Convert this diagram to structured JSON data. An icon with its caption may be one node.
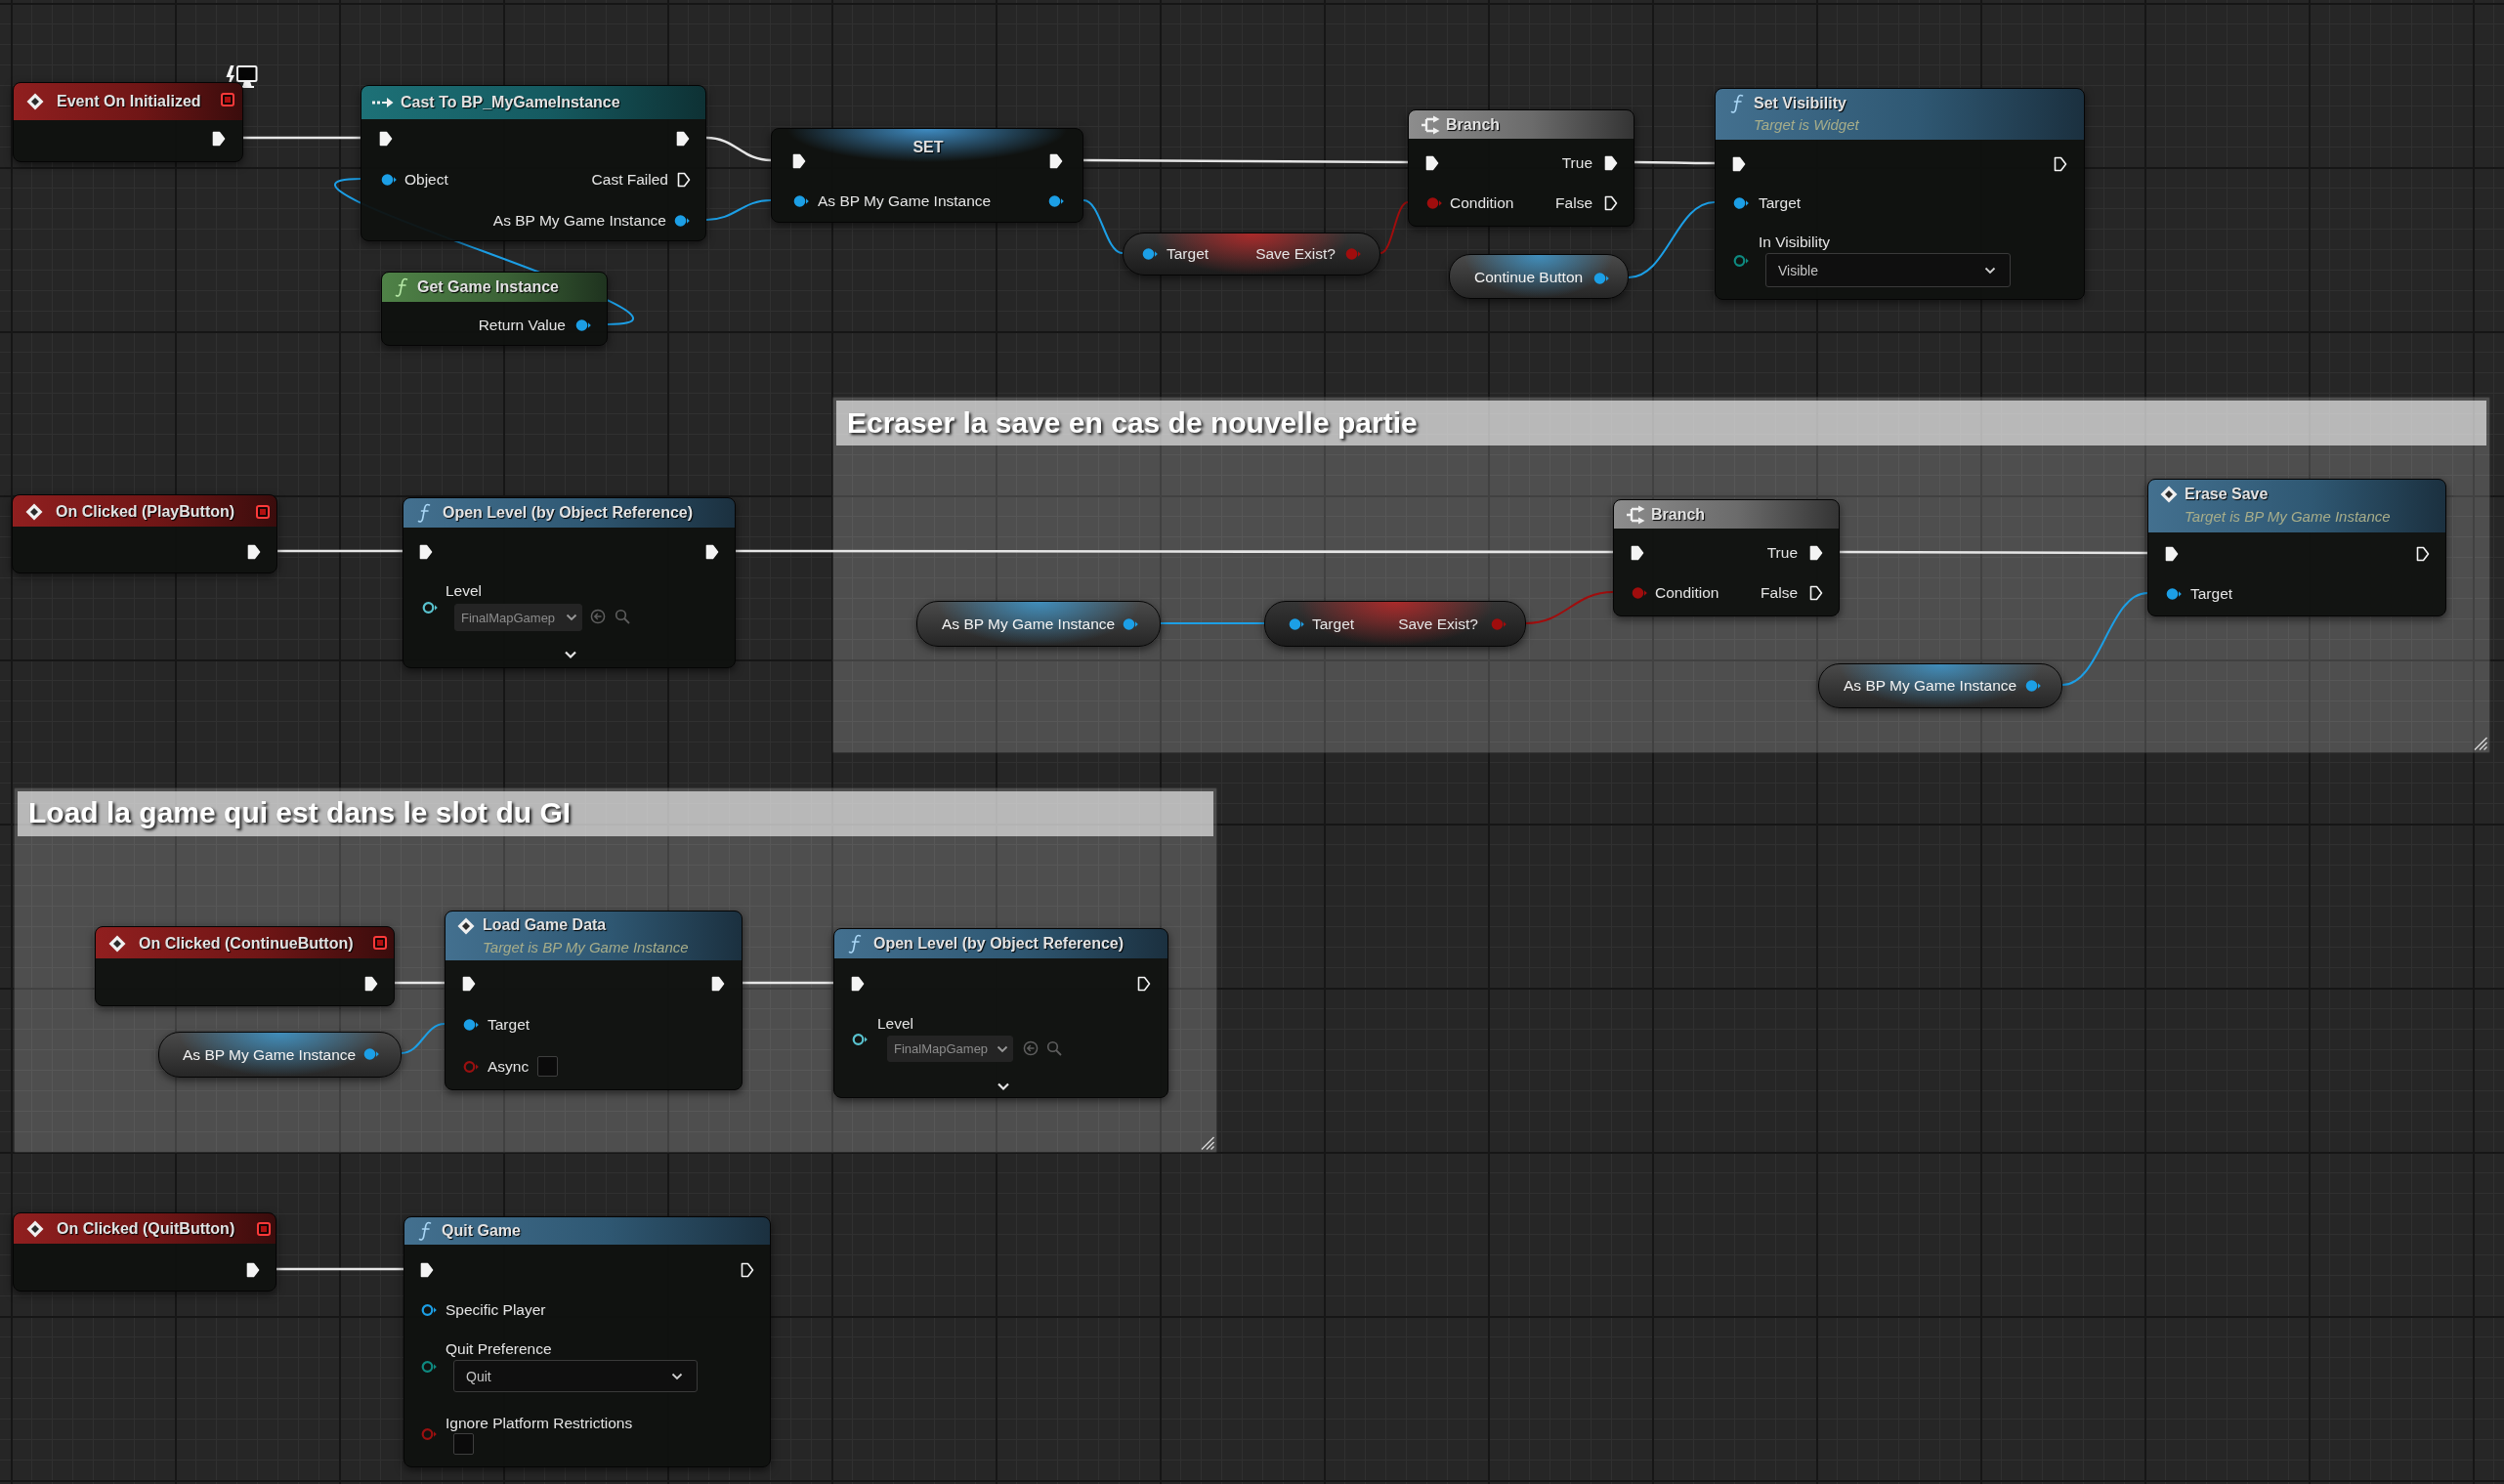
{
  "diagram": {
    "nodes": [
      {
        "text": [
          "Event On Initialized"
        ]
      },
      {
        "text": [
          "Cast To BP_MyGameInstance",
          "Object",
          "Cast Failed",
          "As BP My Game Instance"
        ]
      },
      {
        "text": [
          "Get Game Instance",
          "Return Value"
        ]
      },
      {
        "text": [
          "SET",
          "As BP My Game Instance"
        ]
      },
      {
        "text": [
          "Target",
          "Save Exist?"
        ]
      },
      {
        "text": [
          "Branch",
          "True",
          "Condition",
          "False"
        ]
      },
      {
        "text": [
          "Continue Button"
        ]
      },
      {
        "text": [
          "Set Visibility",
          "Target is Widget",
          "Target",
          "In Visibility",
          "Visible"
        ]
      },
      {
        "text": [
          "On Clicked (PlayButton)"
        ]
      },
      {
        "text": [
          "Open Level (by Object Reference)",
          "Level",
          "FinalMapGamep"
        ]
      },
      {
        "text": [
          "Ecraser la save en cas de nouvelle partie"
        ]
      },
      {
        "text": [
          "As BP My Game Instance"
        ],
        "in": 10
      },
      {
        "text": [
          "Target",
          "Save Exist?"
        ],
        "in": 10
      },
      {
        "text": [
          "Branch",
          "True",
          "Condition",
          "False"
        ],
        "in": 10
      },
      {
        "text": [
          "Erase Save",
          "Target is BP My Game Instance",
          "Target"
        ],
        "in": 10
      },
      {
        "text": [
          "As BP My Game Instance"
        ],
        "in": 10
      },
      {
        "text": [
          "Load la game qui est dans le slot du GI"
        ]
      },
      {
        "text": [
          "On Clicked (ContinueButton)"
        ],
        "in": 16
      },
      {
        "text": [
          "As BP My Game Instance"
        ],
        "in": 16
      },
      {
        "text": [
          "Load Game Data",
          "Target is BP My Game Instance",
          "Target",
          "Async"
        ],
        "in": 16
      },
      {
        "text": [
          "Open Level (by Object Reference)",
          "Level",
          "FinalMapGamep"
        ],
        "in": 16
      },
      {
        "text": [
          "On Clicked (QuitButton)"
        ]
      },
      {
        "text": [
          "Quit Game",
          "Specific Player",
          "Quit Preference",
          "Quit",
          "Ignore Platform Restrictions"
        ]
      }
    ],
    "edges": [
      {
        "from": 0,
        "to": 1,
        "arrow": "none"
      },
      {
        "from": 2,
        "to": 1,
        "arrow": "none",
        "color": "#1c9fe6"
      },
      {
        "from": 1,
        "to": 3,
        "arrow": "none"
      },
      {
        "from": 1,
        "to": 3,
        "arrow": "none",
        "color": "#1c9fe6"
      },
      {
        "from": 3,
        "to": 4,
        "arrow": "none",
        "color": "#1c9fe6"
      },
      {
        "from": 3,
        "to": 5,
        "arrow": "none"
      },
      {
        "from": 4,
        "to": 5,
        "arrow": "none",
        "color": "#a00d0d"
      },
      {
        "from": 5,
        "to": 7,
        "arrow": "none"
      },
      {
        "from": 6,
        "to": 7,
        "arrow": "none",
        "color": "#1c9fe6"
      },
      {
        "from": 8,
        "to": 9,
        "arrow": "none"
      },
      {
        "from": 9,
        "to": 13,
        "arrow": "none"
      },
      {
        "from": 11,
        "to": 12,
        "arrow": "none",
        "color": "#1c9fe6"
      },
      {
        "from": 12,
        "to": 13,
        "arrow": "none",
        "color": "#a00d0d"
      },
      {
        "from": 13,
        "to": 14,
        "arrow": "none"
      },
      {
        "from": 15,
        "to": 14,
        "arrow": "none",
        "color": "#1c9fe6"
      },
      {
        "from": 17,
        "to": 19,
        "arrow": "none"
      },
      {
        "from": 18,
        "to": 19,
        "arrow": "none",
        "color": "#1c9fe6"
      },
      {
        "from": 19,
        "to": 20,
        "arrow": "none"
      },
      {
        "from": 21,
        "to": 22,
        "arrow": "none"
      }
    ]
  }
}
